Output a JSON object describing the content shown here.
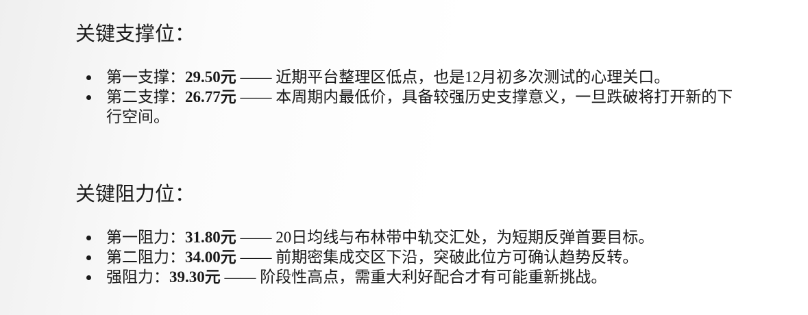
{
  "support": {
    "heading": "关键支撑位：",
    "items": [
      {
        "label": "第一支撑：",
        "value": "29.50元",
        "desc": " —— 近期平台整理区低点，也是12月初多次测试的心理关口。"
      },
      {
        "label": "第二支撑：",
        "value": "26.77元",
        "desc": " —— 本周期内最低价，具备较强历史支撑意义，一旦跌破将打开新的下行空间。"
      }
    ]
  },
  "resistance": {
    "heading": "关键阻力位：",
    "items": [
      {
        "label": "第一阻力：",
        "value": "31.80元",
        "desc": " —— 20日均线与布林带中轨交汇处，为短期反弹首要目标。"
      },
      {
        "label": "第二阻力：",
        "value": "34.00元",
        "desc": " —— 前期密集成交区下沿，突破此位方可确认趋势反转。"
      },
      {
        "label": "强阻力：",
        "value": "39.30元",
        "desc": " —— 阶段性高点，需重大利好配合才有可能重新挑战。"
      }
    ]
  }
}
